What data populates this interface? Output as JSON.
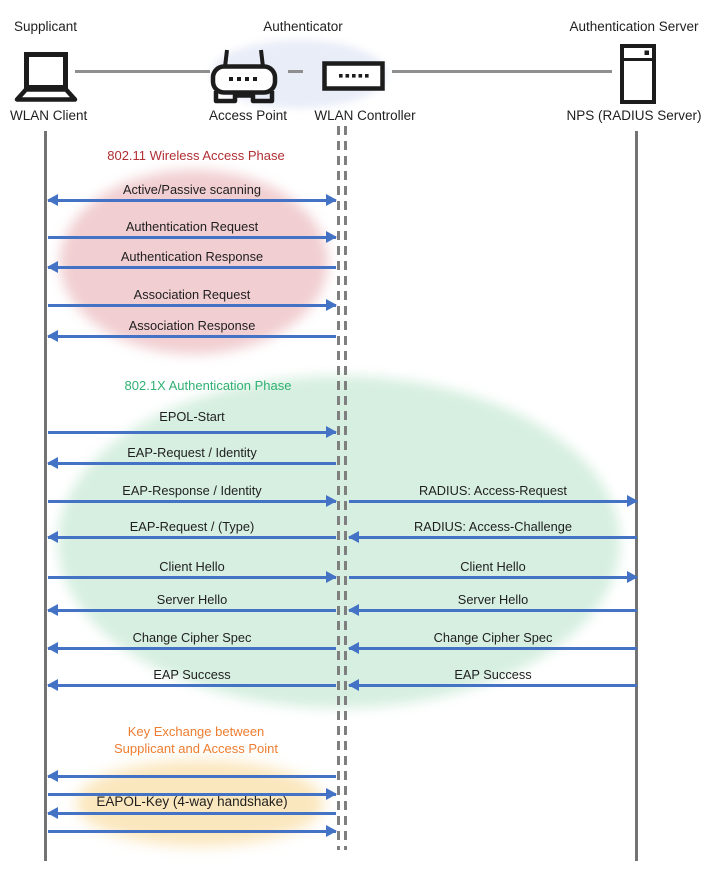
{
  "roles": {
    "supplicant": "Supplicant",
    "authenticator": "Authenticator",
    "auth_server": "Authentication Server"
  },
  "devices": {
    "wlan_client": "WLAN Client",
    "access_point": "Access Point",
    "wlan_controller": "WLAN Controller",
    "nps": "NPS (RADIUS Server)"
  },
  "icons": {
    "supplicant_device": "laptop-icon",
    "authenticator_ap": "wireless-router-icon",
    "authenticator_controller": "controller-box-icon",
    "auth_server_device": "server-icon"
  },
  "phase1": {
    "title": "802.11 Wireless Access Phase",
    "messages": [
      {
        "label": "Active/Passive scanning",
        "dir": "both"
      },
      {
        "label": "Authentication Request",
        "dir": "right"
      },
      {
        "label": "Authentication Response",
        "dir": "left"
      },
      {
        "label": "Association Request",
        "dir": "right"
      },
      {
        "label": "Association Response",
        "dir": "left"
      }
    ]
  },
  "phase2": {
    "title": "802.1X Authentication Phase",
    "left": [
      {
        "label": "EPOL-Start",
        "dir": "right"
      },
      {
        "label": "EAP-Request / Identity",
        "dir": "left"
      },
      {
        "label": "EAP-Response / Identity",
        "dir": "right"
      },
      {
        "label": "EAP-Request / (Type)",
        "dir": "left"
      },
      {
        "label": "Client Hello",
        "dir": "right"
      },
      {
        "label": "Server Hello",
        "dir": "left"
      },
      {
        "label": "Change Cipher Spec",
        "dir": "left"
      },
      {
        "label": "EAP Success",
        "dir": "left"
      }
    ],
    "right": [
      {
        "label": "RADIUS: Access-Request",
        "dir": "right"
      },
      {
        "label": "RADIUS: Access-Challenge",
        "dir": "left"
      },
      {
        "label": "Client Hello",
        "dir": "right"
      },
      {
        "label": "Server Hello",
        "dir": "left"
      },
      {
        "label": "Change Cipher Spec",
        "dir": "left"
      },
      {
        "label": "EAP Success",
        "dir": "left"
      }
    ]
  },
  "phase3": {
    "title_line1": "Key Exchange between",
    "title_line2": "Supplicant and Access Point",
    "handshake_label": "EAPOL-Key (4-way handshake)",
    "arrows": [
      "left",
      "right",
      "left",
      "right"
    ]
  },
  "colors": {
    "arrow": "#4472C4",
    "lifeline_solid": "#737373",
    "lifeline_dashed": "#7F7F7F",
    "phase1_title": "#B02F33",
    "phase1_fill": "#F1CED1",
    "phase2_title": "#31B173",
    "phase2_fill": "#D6EFE0",
    "phase3_title": "#ED7D31",
    "phase3_fill": "#FBE7BE",
    "authenticator_halo": "#E9EDF8"
  }
}
